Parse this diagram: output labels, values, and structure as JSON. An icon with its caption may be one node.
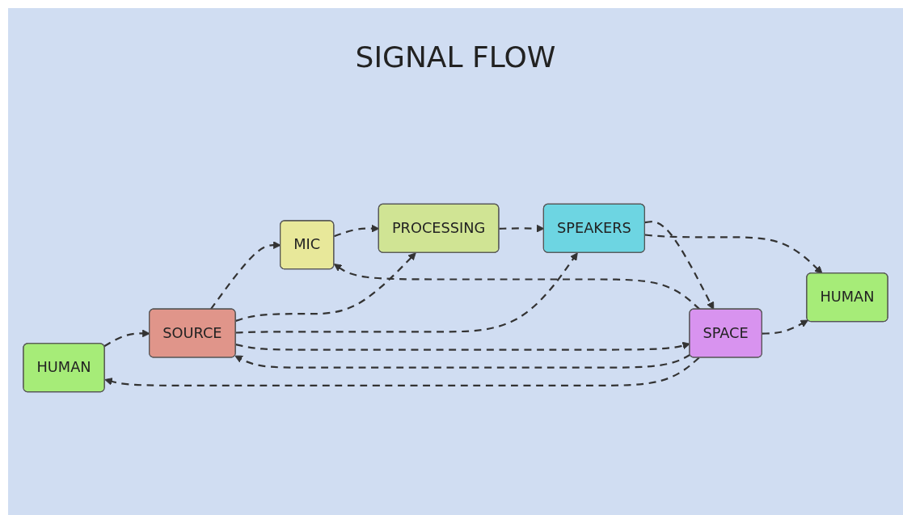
{
  "diagram": {
    "title": "SIGNAL FLOW",
    "nodes": [
      {
        "text": [
          "HUMAN"
        ]
      },
      {
        "text": [
          "SOURCE"
        ]
      },
      {
        "text": [
          "MIC"
        ]
      },
      {
        "text": [
          "PROCESSING"
        ]
      },
      {
        "text": [
          "SPEAKERS"
        ]
      },
      {
        "text": [
          "SPACE"
        ]
      },
      {
        "text": [
          "HUMAN"
        ]
      }
    ],
    "edges": [
      {
        "from": 0,
        "to": 1,
        "arrow": "to",
        "style": "dashed"
      },
      {
        "from": 1,
        "to": 2,
        "arrow": "to",
        "style": "dashed"
      },
      {
        "from": 2,
        "to": 3,
        "arrow": "to",
        "style": "dashed"
      },
      {
        "from": 3,
        "to": 4,
        "arrow": "to",
        "style": "dashed"
      },
      {
        "from": 4,
        "to": 5,
        "arrow": "to",
        "style": "dashed"
      },
      {
        "from": 5,
        "to": 6,
        "arrow": "to",
        "style": "dashed"
      },
      {
        "from": 1,
        "to": 3,
        "arrow": "to",
        "style": "dashed"
      },
      {
        "from": 1,
        "to": 4,
        "arrow": "to",
        "style": "dashed"
      },
      {
        "from": 1,
        "to": 5,
        "arrow": "to",
        "style": "dashed"
      },
      {
        "from": 4,
        "to": 6,
        "arrow": "to",
        "style": "dashed"
      },
      {
        "from": 5,
        "to": 2,
        "arrow": "to",
        "style": "dashed"
      },
      {
        "from": 5,
        "to": 1,
        "arrow": "to",
        "style": "dashed"
      },
      {
        "from": 5,
        "to": 0,
        "arrow": "to",
        "style": "dashed"
      }
    ]
  }
}
